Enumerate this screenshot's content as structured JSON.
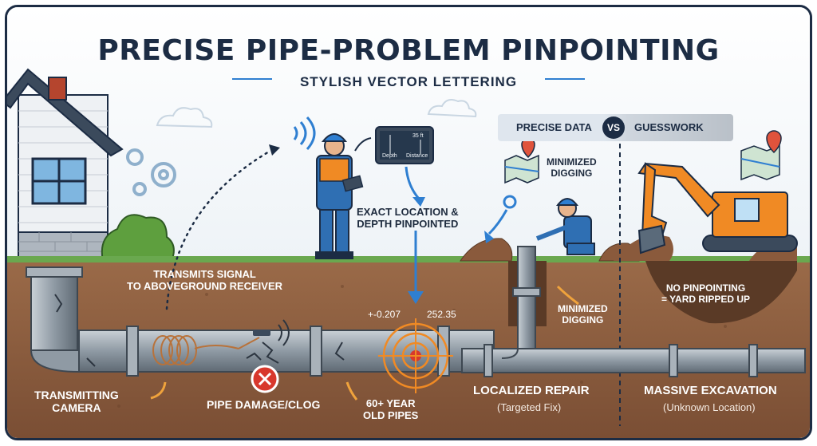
{
  "title": "PRECISE PIPE-PROBLEM PINPOINTING",
  "subtitle": "STYLISH VECTOR LETTERING",
  "comparison": {
    "left": "PRECISE DATA",
    "badge": "VS",
    "right": "GUESSWORK"
  },
  "labels": {
    "transmits_signal": "TRANSMITS SIGNAL\nTO ABOVEGROUND RECEIVER",
    "exact_location": "EXACT LOCATION &\nDEPTH PINPOINTED",
    "minimized_digging_top": "MINIMIZED\nDIGGING",
    "minimized_digging_mid": "MINIMIZED\nDIGGING",
    "no_pinpointing": "NO PINPOINTING\n= YARD RIPPED UP",
    "transmitting_camera": "TRANSMITTING\nCAMERA",
    "pipe_damage": "PIPE DAMAGE/CLOG",
    "old_pipes": "60+ YEAR\nOLD PIPES",
    "localized_repair": "LOCALIZED REPAIR",
    "localized_repair_sub": "(Targeted Fix)",
    "massive_excavation": "MASSIVE EXCAVATION",
    "massive_excavation_sub": "(Unknown Location)"
  },
  "readouts": {
    "left_value": "+-0.207",
    "right_value": "252.35"
  },
  "tablet": {
    "depth_value": "35 ft",
    "axis_left": "Depth",
    "axis_right": "Distance"
  },
  "colors": {
    "navy": "#1c2c44",
    "soil": "#8a5a3c",
    "grass": "#6aa84f",
    "pipe": "#9aa4ae",
    "accent_blue": "#2f7fd1",
    "target_orange": "#f08a24",
    "excavator": "#f08a24",
    "damage_red": "#d8382c"
  },
  "icons": [
    "gear-icon",
    "wifi-signal-icon",
    "map-pin-icon",
    "map-icon",
    "close-icon",
    "target-icon"
  ]
}
